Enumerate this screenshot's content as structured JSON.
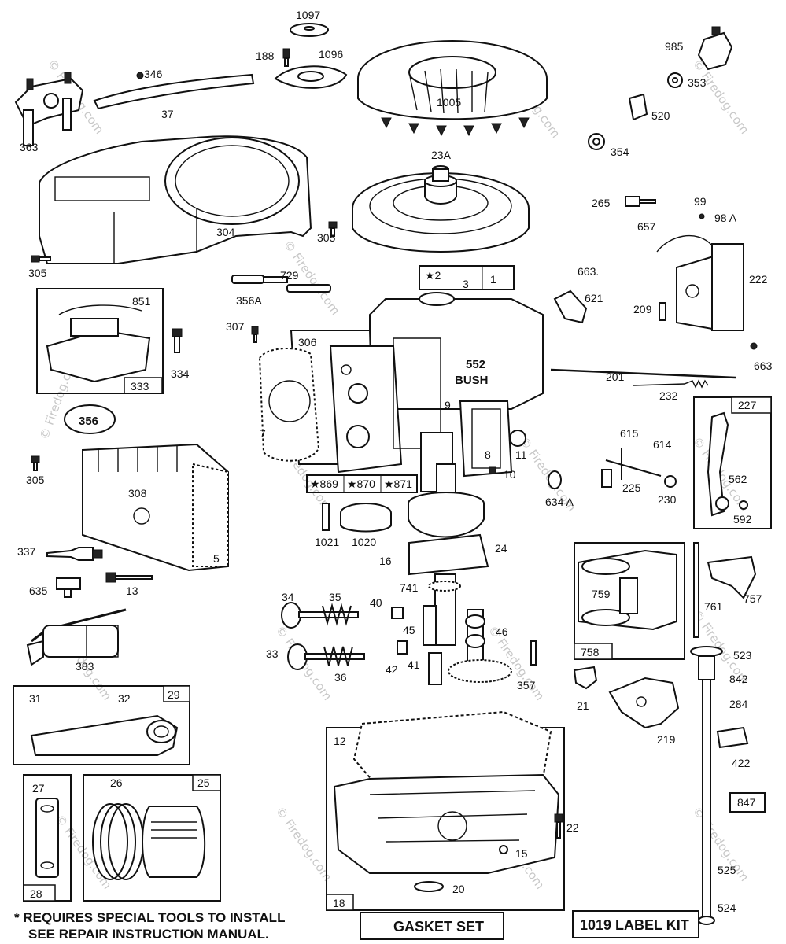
{
  "watermark": "© Firedog.com",
  "footer": {
    "note_line1": "* REQUIRES SPECIAL TOOLS TO INSTALL",
    "note_line2": "SEE REPAIR INSTRUCTION MANUAL.",
    "gasket_label": "GASKET SET",
    "label_kit": "1019 LABEL KIT"
  },
  "callouts": {
    "p1097": "1097",
    "p188": "188",
    "p1096": "1096",
    "p346": "346",
    "p37": "37",
    "p363": "363",
    "p1005": "1005",
    "p985": "985",
    "p353": "353",
    "p520": "520",
    "p354": "354",
    "p23a": "23A",
    "p304": "304",
    "p305a": "305",
    "p305b": "305",
    "p305c": "305",
    "p265": "265",
    "p99": "99",
    "p98a": "98 A",
    "p657": "657",
    "p663a": "663.",
    "p222": "222",
    "p209": "209",
    "p663b": "663",
    "p729": "729",
    "p356a": "356A",
    "p851": "851",
    "p334": "334",
    "p333": "333",
    "p307": "307",
    "p306": "306",
    "p2": "★2",
    "p3": "3",
    "p1": "1",
    "p621": "621",
    "p552": "552",
    "bush": "BUSH",
    "p201": "201",
    "p232": "232",
    "p227": "227",
    "p356": "356",
    "p9": "9",
    "p8": "8",
    "p11": "11",
    "p7": "7",
    "p10": "10",
    "p869": "★869",
    "p870": "★870",
    "p871": "★871",
    "p615": "615",
    "p614": "614",
    "p225": "225",
    "p230": "230",
    "p562": "562",
    "p592": "592",
    "p634a": "634 A",
    "p308": "308",
    "p5": "5",
    "p1021": "1021",
    "p1020": "1020",
    "p24": "24",
    "p16": "16",
    "p337": "337",
    "p635": "635",
    "p13": "13",
    "p741": "741",
    "p759": "759",
    "p761": "761",
    "p757": "757",
    "p758": "758",
    "p34": "34",
    "p35": "35",
    "p40": "40",
    "p45": "45",
    "p46": "46",
    "p33": "33",
    "p36": "36",
    "p42": "42",
    "p41": "41",
    "p383": "383",
    "p357": "357",
    "p21": "21",
    "p523": "523",
    "p842": "842",
    "p284": "284",
    "p31": "31",
    "p32": "32",
    "p29": "29",
    "p219": "219",
    "p422": "422",
    "p12": "12",
    "p847": "847",
    "p27": "27",
    "p26": "26",
    "p25": "25",
    "p22": "22",
    "p525": "525",
    "p15": "15",
    "p20": "20",
    "p18": "18",
    "p28": "28",
    "p524": "524"
  }
}
